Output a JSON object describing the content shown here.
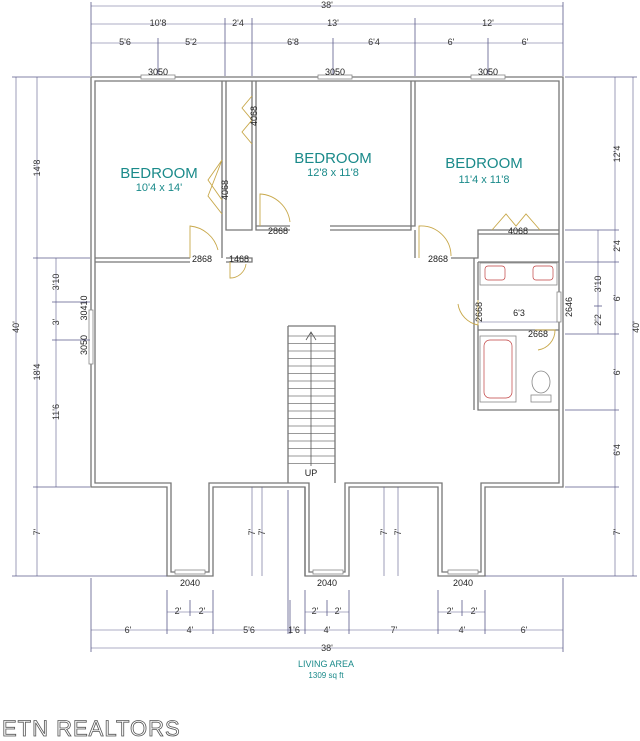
{
  "rooms": [
    {
      "name": "BEDROOM",
      "size": "10'4 x 14'"
    },
    {
      "name": "BEDROOM",
      "size": "12'8 x 11'8"
    },
    {
      "name": "BEDROOM",
      "size": "11'4 x 11'8"
    }
  ],
  "top_dims": {
    "overall": "38'",
    "row1": [
      "10'8",
      "2'4",
      "13'",
      "12'"
    ],
    "row2": [
      "5'6",
      "5'2",
      "6'8",
      "6'4",
      "6'",
      "6'"
    ]
  },
  "bottom_dims": {
    "row1": [
      "2'",
      "2'",
      "2'",
      "2'",
      "2'",
      "2'"
    ],
    "row2": [
      "6'",
      "4'",
      "5'6",
      "1'6",
      "4'",
      "7'",
      "4'",
      "6'"
    ],
    "overall": "38'"
  },
  "left_dims": {
    "overall": "40'",
    "outer": [
      "14'8",
      "18'4",
      "7'"
    ],
    "inner": [
      "3'10",
      "3'",
      "11'6"
    ]
  },
  "right_dims": {
    "overall": "40'",
    "outer": [
      "12'4",
      "6'",
      "6'",
      "7'"
    ],
    "inner": [
      "2'4",
      "3'10",
      "2'2",
      "6'4"
    ]
  },
  "interior_dims": {
    "wall_left_7": [
      "7'",
      "7'"
    ],
    "wall_center_7": [
      "7'",
      "7'"
    ],
    "bath_width": "6'3"
  },
  "window_codes": {
    "top": [
      "3050",
      "3050",
      "3050"
    ],
    "left": [
      "30410",
      "3050"
    ],
    "bottom": [
      "2040",
      "2040",
      "2040"
    ],
    "right": "2646"
  },
  "door_codes": {
    "closet_a": "4068",
    "closet_b": "4068",
    "closet_c": "4068",
    "bed1": "2868",
    "bed2": "2868",
    "bed3": "2868",
    "linen": "1468",
    "bath_a": "2668",
    "bath_b": "2668"
  },
  "stair_label": "UP",
  "area": {
    "title": "LIVING AREA",
    "value": "1309 sq ft"
  },
  "watermark": "ETN REALTORS",
  "colors": {
    "room_label": "#1a8a8a",
    "dimension": "#5a5a8a",
    "door": "#c8a84a",
    "wall": "#777777"
  }
}
